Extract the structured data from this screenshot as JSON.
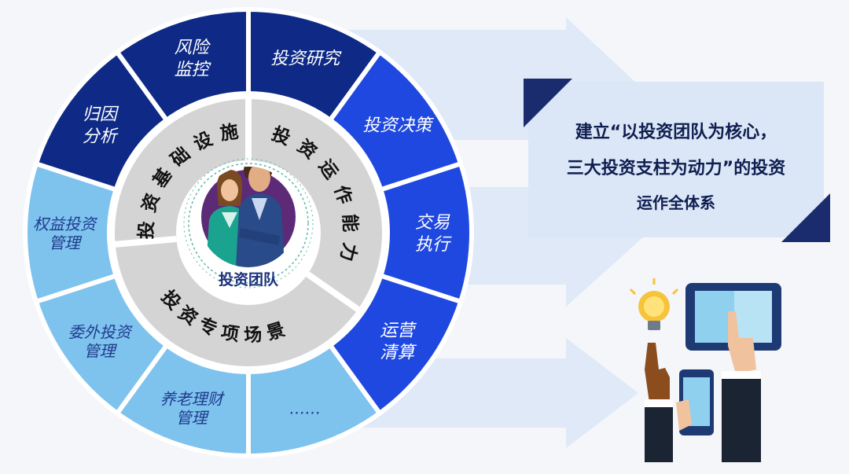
{
  "diagram": {
    "outer_segments": [
      {
        "lines": [
          "投资研究"
        ],
        "color": "#0e2a86",
        "dark": false
      },
      {
        "lines": [
          "投资决策"
        ],
        "color": "#1f48e0",
        "dark": false
      },
      {
        "lines": [
          "交易",
          "执行"
        ],
        "color": "#1f48e0",
        "dark": false
      },
      {
        "lines": [
          "运营",
          "清算"
        ],
        "color": "#1f48e0",
        "dark": false
      },
      {
        "lines": [
          "……"
        ],
        "color": "#7ec2ee",
        "dark": true
      },
      {
        "lines": [
          "养老理财",
          "管理"
        ],
        "color": "#7ec2ee",
        "dark": true
      },
      {
        "lines": [
          "委外投资",
          "管理"
        ],
        "color": "#7ec2ee",
        "dark": true
      },
      {
        "lines": [
          "权益投资",
          "管理"
        ],
        "color": "#7ec2ee",
        "dark": true
      },
      {
        "lines": [
          "归因",
          "分析"
        ],
        "color": "#0e2a86",
        "dark": false
      },
      {
        "lines": [
          "风险",
          "监控"
        ],
        "color": "#0e2a86",
        "dark": false
      }
    ],
    "inner_ring": [
      {
        "label": "投资基础设施",
        "start": 270,
        "end": 355
      },
      {
        "label": "投资运作能力",
        "start": 5,
        "end": 120
      },
      {
        "label": "投资专项场景",
        "start": 130,
        "end": 260
      }
    ],
    "center_label": "投资团队",
    "callout": {
      "lines": [
        "建立“以投资团队为核心，",
        "三大投资支柱为动力”的投资",
        "运作全体系"
      ]
    },
    "colors": {
      "dark_navy": "#0e2a86",
      "royal_blue": "#1f48e0",
      "light_blue": "#7ec2ee",
      "inner_ring_gray": "#d4d4d4",
      "center_purple": "#5d2a77"
    }
  }
}
